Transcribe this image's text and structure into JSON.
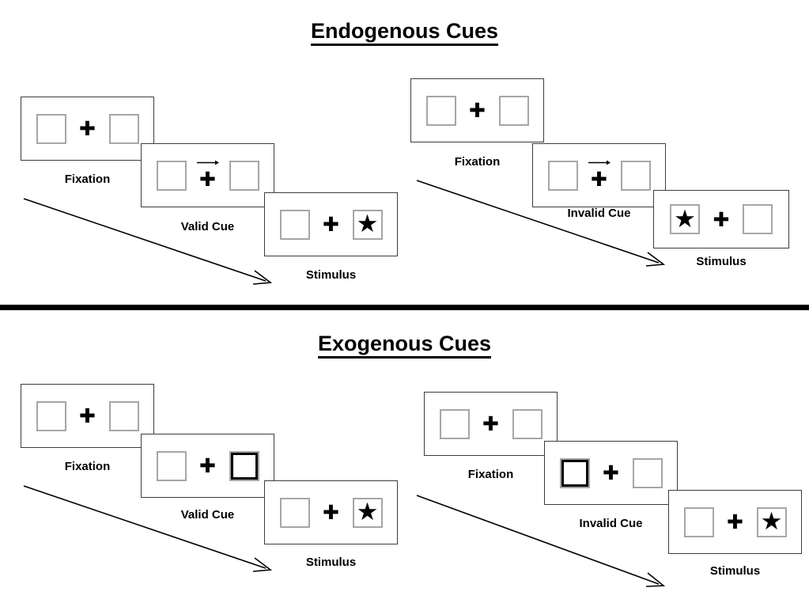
{
  "sections": [
    {
      "id": "endogenous",
      "title": "Endogenous Cues",
      "groups": [
        {
          "id": "endogenous-valid",
          "panels": [
            {
              "id": "fixation",
              "label": "Fixation",
              "left_box": "empty",
              "right_box": "empty",
              "cue": "none",
              "center": "cross"
            },
            {
              "id": "cue",
              "label": "Valid Cue",
              "left_box": "empty",
              "right_box": "empty",
              "cue": "arrow-right",
              "center": "cross"
            },
            {
              "id": "stimulus",
              "label": "Stimulus",
              "left_box": "empty",
              "right_box": "star",
              "cue": "none",
              "center": "cross"
            }
          ]
        },
        {
          "id": "endogenous-invalid",
          "panels": [
            {
              "id": "fixation",
              "label": "Fixation",
              "left_box": "empty",
              "right_box": "empty",
              "cue": "none",
              "center": "cross"
            },
            {
              "id": "cue",
              "label": "Invalid Cue",
              "left_box": "empty",
              "right_box": "empty",
              "cue": "arrow-right",
              "center": "cross"
            },
            {
              "id": "stimulus",
              "label": "Stimulus",
              "left_box": "star",
              "right_box": "empty",
              "cue": "none",
              "center": "cross"
            }
          ]
        }
      ]
    },
    {
      "id": "exogenous",
      "title": "Exogenous Cues",
      "groups": [
        {
          "id": "exogenous-valid",
          "panels": [
            {
              "id": "fixation",
              "label": "Fixation",
              "left_box": "empty",
              "right_box": "empty",
              "cue": "none",
              "center": "cross"
            },
            {
              "id": "cue",
              "label": "Valid Cue",
              "left_box": "empty",
              "right_box": "cued",
              "cue": "none",
              "center": "cross"
            },
            {
              "id": "stimulus",
              "label": "Stimulus",
              "left_box": "empty",
              "right_box": "star",
              "cue": "none",
              "center": "cross"
            }
          ]
        },
        {
          "id": "exogenous-invalid",
          "panels": [
            {
              "id": "fixation",
              "label": "Fixation",
              "left_box": "empty",
              "right_box": "empty",
              "cue": "none",
              "center": "cross"
            },
            {
              "id": "cue",
              "label": "Invalid Cue",
              "left_box": "cued",
              "right_box": "empty",
              "cue": "none",
              "center": "cross"
            },
            {
              "id": "stimulus",
              "label": "Stimulus",
              "left_box": "empty",
              "right_box": "star",
              "cue": "none",
              "center": "cross"
            }
          ]
        }
      ]
    }
  ],
  "glyphs": {
    "fixation_cross": "✚",
    "target_star": "★"
  },
  "colors": {
    "ink": "#000000",
    "panel_border": "#3c3c3c",
    "box_border": "#a6a6a6",
    "background": "#ffffff"
  },
  "annotations": {
    "time_arrow_meaning": "time",
    "divider": "section-separator"
  }
}
